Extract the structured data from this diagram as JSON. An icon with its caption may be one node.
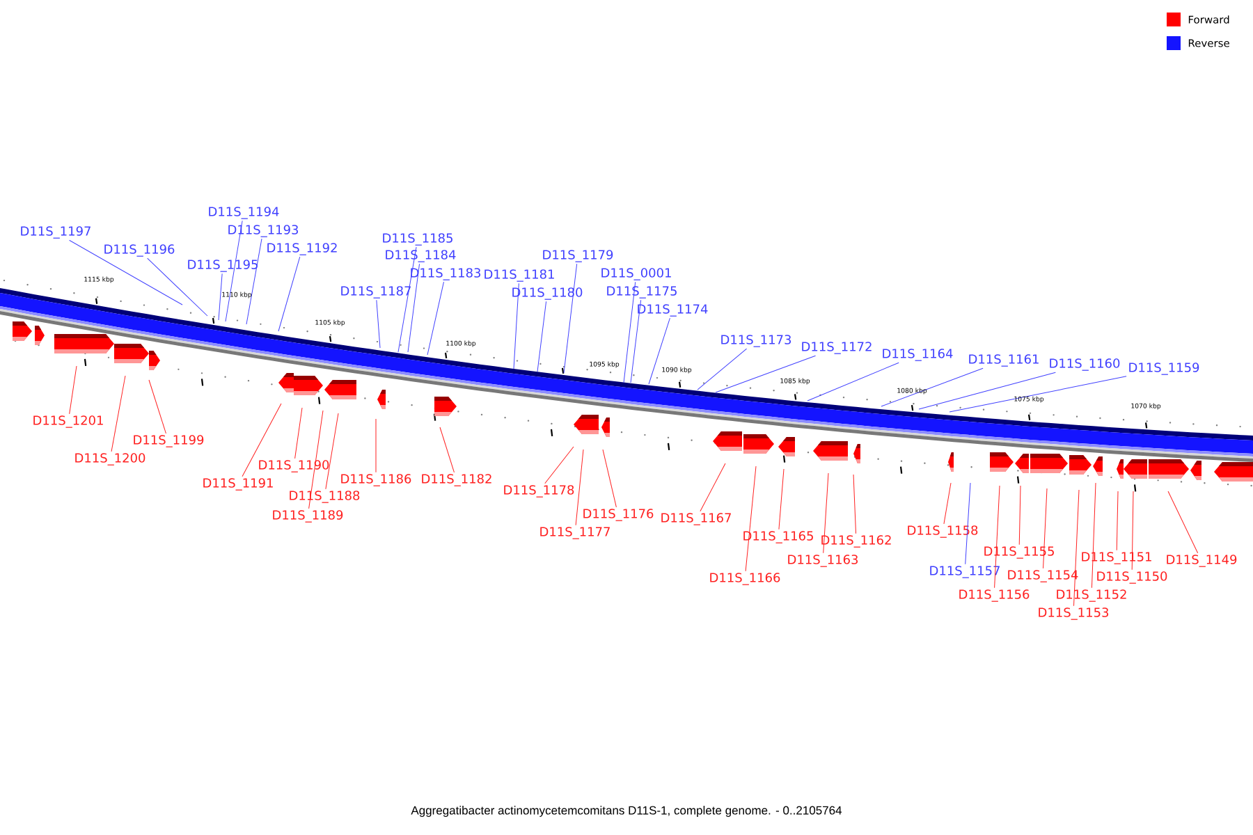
{
  "diagram": {
    "caption": "Aggregatibacter actinomycetemcomitans D11S-1, complete genome. - 0..2105764",
    "nodes": [
      {
        "text": [
          "D11S_1197"
        ]
      },
      {
        "text": [
          "D11S_1194"
        ]
      },
      {
        "text": [
          "D11S_1193"
        ]
      },
      {
        "text": [
          "D11S_1196"
        ]
      },
      {
        "text": [
          "D11S_1192"
        ]
      },
      {
        "text": [
          "D11S_1195"
        ]
      },
      {
        "text": [
          "D11S_1185"
        ]
      },
      {
        "text": [
          "D11S_1184"
        ]
      },
      {
        "text": [
          "D11S_1183"
        ]
      },
      {
        "text": [
          "D11S_1187"
        ]
      },
      {
        "text": [
          "D11S_1179"
        ]
      },
      {
        "text": [
          "D11S_1181"
        ]
      },
      {
        "text": [
          "D11S_0001"
        ]
      },
      {
        "text": [
          "D11S_1180"
        ]
      },
      {
        "text": [
          "D11S_1175"
        ]
      },
      {
        "text": [
          "D11S_1174"
        ]
      },
      {
        "text": [
          "D11S_1173"
        ]
      },
      {
        "text": [
          "D11S_1172"
        ]
      },
      {
        "text": [
          "D11S_1164"
        ]
      },
      {
        "text": [
          "D11S_1161"
        ]
      },
      {
        "text": [
          "D11S_1160"
        ]
      },
      {
        "text": [
          "D11S_1159"
        ]
      },
      {
        "text": [
          "D11S_1201"
        ]
      },
      {
        "text": [
          "D11S_1199"
        ]
      },
      {
        "text": [
          "D11S_1200"
        ]
      },
      {
        "text": [
          "D11S_1190"
        ]
      },
      {
        "text": [
          "D11S_1186"
        ]
      },
      {
        "text": [
          "D11S_1182"
        ]
      },
      {
        "text": [
          "D11S_1191"
        ]
      },
      {
        "text": [
          "D11S_1188"
        ]
      },
      {
        "text": [
          "D11S_1189"
        ]
      },
      {
        "text": [
          "D11S_1178"
        ]
      },
      {
        "text": [
          "D11S_1176"
        ]
      },
      {
        "text": [
          "D11S_1167"
        ]
      },
      {
        "text": [
          "D11S_1177"
        ]
      },
      {
        "text": [
          "D11S_1165"
        ]
      },
      {
        "text": [
          "D11S_1162"
        ]
      },
      {
        "text": [
          "D11S_1158"
        ]
      },
      {
        "text": [
          "D11S_1155"
        ]
      },
      {
        "text": [
          "D11S_1151"
        ]
      },
      {
        "text": [
          "D11S_1149"
        ]
      },
      {
        "text": [
          "D11S_1163"
        ]
      },
      {
        "text": [
          "D11S_1157"
        ]
      },
      {
        "text": [
          "D11S_1154"
        ]
      },
      {
        "text": [
          "D11S_1150"
        ]
      },
      {
        "text": [
          "D11S_1166"
        ]
      },
      {
        "text": [
          "D11S_1156"
        ]
      },
      {
        "text": [
          "D11S_1152"
        ]
      },
      {
        "text": [
          "D11S_1153"
        ]
      }
    ],
    "edges": [
      {
        "from": 0,
        "to": null,
        "arrow": "none",
        "color": "#4040ff"
      },
      {
        "from": 1,
        "to": null,
        "arrow": "none",
        "color": "#4040ff"
      },
      {
        "from": 2,
        "to": null,
        "arrow": "none",
        "color": "#4040ff"
      },
      {
        "from": 3,
        "to": null,
        "arrow": "none",
        "color": "#4040ff"
      },
      {
        "from": 4,
        "to": null,
        "arrow": "none",
        "color": "#4040ff"
      },
      {
        "from": 5,
        "to": null,
        "arrow": "none",
        "color": "#4040ff"
      },
      {
        "from": 6,
        "to": null,
        "arrow": "none",
        "color": "#4040ff"
      },
      {
        "from": 7,
        "to": null,
        "arrow": "none",
        "color": "#4040ff"
      },
      {
        "from": 8,
        "to": null,
        "arrow": "none",
        "color": "#4040ff"
      },
      {
        "from": 9,
        "to": null,
        "arrow": "none",
        "color": "#4040ff"
      },
      {
        "from": 10,
        "to": null,
        "arrow": "none",
        "color": "#4040ff"
      },
      {
        "from": 11,
        "to": null,
        "arrow": "none",
        "color": "#4040ff"
      },
      {
        "from": 12,
        "to": null,
        "arrow": "none",
        "color": "#4040ff"
      },
      {
        "from": 13,
        "to": null,
        "arrow": "none",
        "color": "#4040ff"
      },
      {
        "from": 14,
        "to": null,
        "arrow": "none",
        "color": "#4040ff"
      },
      {
        "from": 15,
        "to": null,
        "arrow": "none",
        "color": "#4040ff"
      },
      {
        "from": 16,
        "to": null,
        "arrow": "none",
        "color": "#4040ff"
      },
      {
        "from": 17,
        "to": null,
        "arrow": "none",
        "color": "#4040ff"
      },
      {
        "from": 18,
        "to": null,
        "arrow": "none",
        "color": "#4040ff"
      },
      {
        "from": 19,
        "to": null,
        "arrow": "none",
        "color": "#4040ff"
      },
      {
        "from": 20,
        "to": null,
        "arrow": "none",
        "color": "#4040ff"
      },
      {
        "from": 21,
        "to": null,
        "arrow": "none",
        "color": "#4040ff"
      },
      {
        "from": 22,
        "to": null,
        "arrow": "none"
      },
      {
        "from": 23,
        "to": null,
        "arrow": "none"
      },
      {
        "from": 24,
        "to": null,
        "arrow": "none"
      },
      {
        "from": 25,
        "to": null,
        "arrow": "none"
      },
      {
        "from": 26,
        "to": null,
        "arrow": "none"
      },
      {
        "from": 27,
        "to": null,
        "arrow": "none"
      },
      {
        "from": 28,
        "to": null,
        "arrow": "none"
      },
      {
        "from": 29,
        "to": null,
        "arrow": "none"
      },
      {
        "from": 30,
        "to": null,
        "arrow": "none"
      },
      {
        "from": 31,
        "to": null,
        "arrow": "none"
      },
      {
        "from": 32,
        "to": null,
        "arrow": "none"
      },
      {
        "from": 33,
        "to": null,
        "arrow": "none"
      },
      {
        "from": 34,
        "to": null,
        "arrow": "none"
      },
      {
        "from": 35,
        "to": null,
        "arrow": "none"
      },
      {
        "from": 36,
        "to": null,
        "arrow": "none"
      },
      {
        "from": 37,
        "to": null,
        "arrow": "none"
      },
      {
        "from": 38,
        "to": null,
        "arrow": "none"
      },
      {
        "from": 39,
        "to": null,
        "arrow": "none"
      },
      {
        "from": 40,
        "to": null,
        "arrow": "none"
      },
      {
        "from": 41,
        "to": null,
        "arrow": "none"
      },
      {
        "from": 42,
        "to": null,
        "arrow": "none",
        "color": "#4040ff"
      },
      {
        "from": 43,
        "to": null,
        "arrow": "none"
      },
      {
        "from": 44,
        "to": null,
        "arrow": "none"
      },
      {
        "from": 45,
        "to": null,
        "arrow": "none"
      },
      {
        "from": 46,
        "to": null,
        "arrow": "none"
      },
      {
        "from": 47,
        "to": null,
        "arrow": "none"
      },
      {
        "from": 48,
        "to": null,
        "arrow": "none"
      }
    ],
    "labels": [
      "1115 kbp",
      "1110 kbp",
      "1105 kbp",
      "1100 kbp",
      "1095 kbp",
      "1090 kbp",
      "1085 kbp",
      "1080 kbp",
      "1075 kbp",
      "1070 kbp"
    ],
    "legend": [
      {
        "text": "Forward",
        "color": "#ff0000"
      },
      {
        "text": "Reverse",
        "color": "#1414ff"
      }
    ]
  }
}
